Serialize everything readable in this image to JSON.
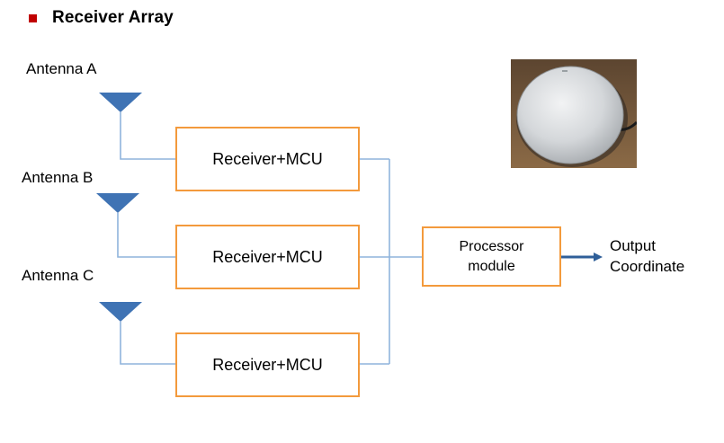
{
  "title": "Receiver Array",
  "antennas": [
    {
      "label": "Antenna A"
    },
    {
      "label": "Antenna B"
    },
    {
      "label": "Antenna C"
    }
  ],
  "receivers": [
    {
      "label": "Receiver+MCU"
    },
    {
      "label": "Receiver+MCU"
    },
    {
      "label": "Receiver+MCU"
    }
  ],
  "processor": {
    "line1": "Processor",
    "line2": "module"
  },
  "output": {
    "line1": "Output",
    "line2": "Coordinate"
  },
  "colors": {
    "bullet": "#c00000",
    "box_border": "#f39a3c",
    "wire": "#8fb4dc",
    "antenna_fill": "#3f73b4",
    "arrow": "#2f5f99"
  }
}
